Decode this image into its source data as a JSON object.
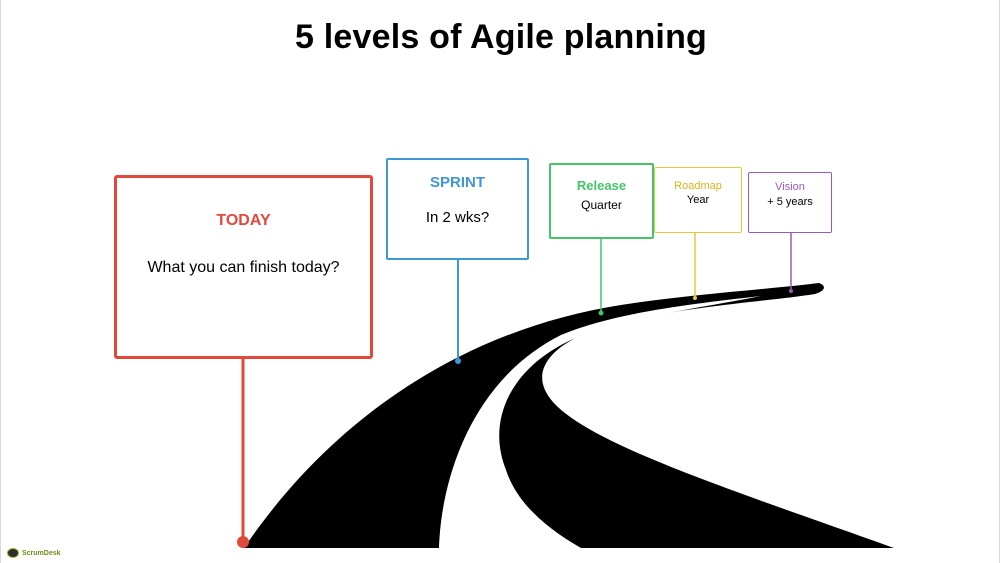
{
  "title": "5 levels of Agile planning",
  "levels": [
    {
      "label": "TODAY",
      "sub": "What you can finish today?",
      "color": "#e0493c"
    },
    {
      "label": "SPRINT",
      "sub": "In 2 wks?",
      "color": "#3f97d6"
    },
    {
      "label": "Release",
      "sub": "Quarter",
      "color": "#46c46a"
    },
    {
      "label": "Roadmap",
      "sub": "Year",
      "color": "#e8c93a"
    },
    {
      "label": "Vision",
      "sub": "+ 5 years",
      "color": "#9b59b6"
    }
  ],
  "logo": {
    "text": "ScrumDesk"
  }
}
